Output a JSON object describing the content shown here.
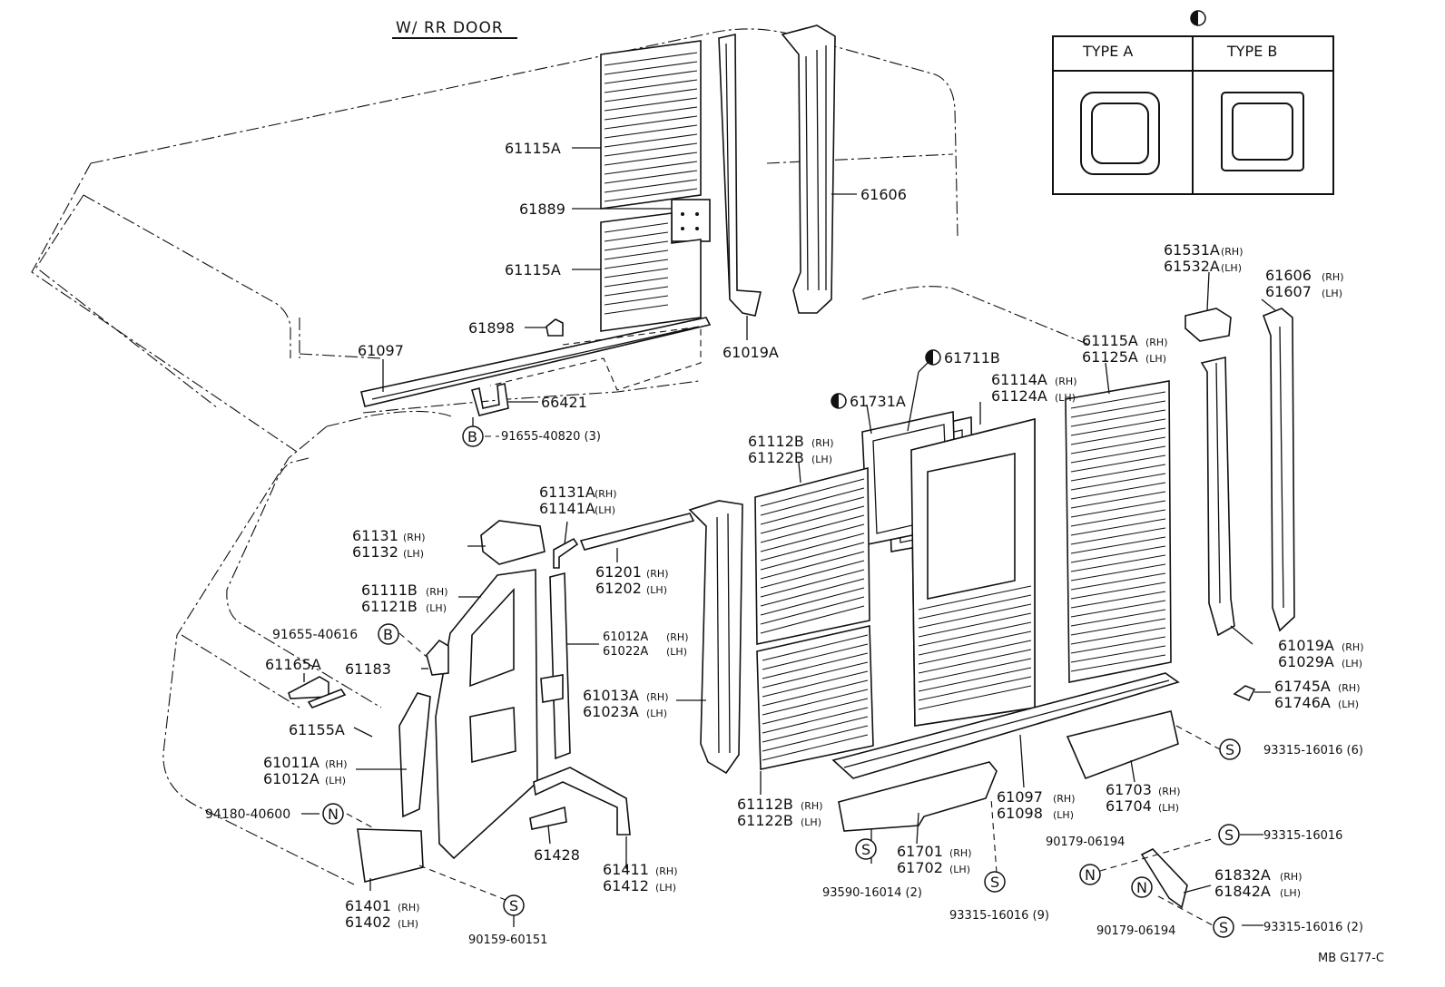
{
  "header": {
    "title": "W/ RR DOOR",
    "legend_mark": "half-filled-circle",
    "type_a": "TYPE A",
    "type_b": "TYPE B",
    "code": "MB  G177-C"
  },
  "labels": {
    "p61115a_top": "61115A",
    "p61889": "61889",
    "p61115a_mid": "61115A",
    "p61898": "61898",
    "p61097_top": "61097",
    "p66421": "66421",
    "p61019a": "61019A",
    "p61606": "61606",
    "b_bolt_top": "B",
    "p91655_40820": "91655-40820 (3)",
    "p61531a": "61531A",
    "p61532a": "61532A",
    "p61606b": "61606",
    "p61607": "61607",
    "p61115a_rh": "61115A",
    "p61125a": "61125A",
    "p61711b": "61711B",
    "p61114a": "61114A",
    "p61124a": "61124A",
    "p61731a": "61731A",
    "p61112b_top": "61112B",
    "p61122b_top": "61122B",
    "p61131a": "61131A",
    "p61141a": "61141A",
    "p61131": "61131",
    "p61132": "61132",
    "p61201": "61201",
    "p61202": "61202",
    "p61111b": "61111B",
    "p61121b": "61121B",
    "p91655_40616": "91655-40616",
    "b_bolt_left": "B",
    "p61012a_mid": "61012A",
    "p61022a": "61022A",
    "p61165a": "61165A",
    "p61183": "61183",
    "p61013a": "61013A",
    "p61023a": "61023A",
    "p61019a_rh": "61019A",
    "p61029a": "61029A",
    "p61745a": "61745A",
    "p61746a": "61746A",
    "p61155a": "61155A",
    "p93315_16016_6": "93315-16016 (6)",
    "s_bolt_right": "S",
    "p61011a": "61011A",
    "p61012a_low": "61012A",
    "p61703": "61703",
    "p61704": "61704",
    "p61097_low": "61097",
    "p61098": "61098",
    "p61112b_low": "61112B",
    "p61122b_low": "61122B",
    "p94180_40600": "94180-40600",
    "n_nut_left": "N",
    "p90179_06194_top": "90179-06194",
    "p93315_16016": "93315-16016",
    "s_bolt_r2": "S",
    "p61428": "61428",
    "p61701": "61701",
    "p61702": "61702",
    "s_bolt_mid": "S",
    "p61411": "61411",
    "p61412": "61412",
    "n_nut_right": "N",
    "p61832a": "61832A",
    "p61842a": "61842A",
    "p93590_16014": "93590-16014 (2)",
    "n_nut_r2": "N",
    "s_bolt_low": "S",
    "p93315_16016_9": "93315-16016 (9)",
    "p90179_06194_low": "90179-06194",
    "s_bolt_r3": "S",
    "p93315_16016_2": "93315-16016 (2)",
    "p61401": "61401",
    "p61402": "61402",
    "s_bolt_bl": "S",
    "p90159_60151": "90159-60151",
    "rh": "(RH)",
    "lh": "(LH)"
  }
}
